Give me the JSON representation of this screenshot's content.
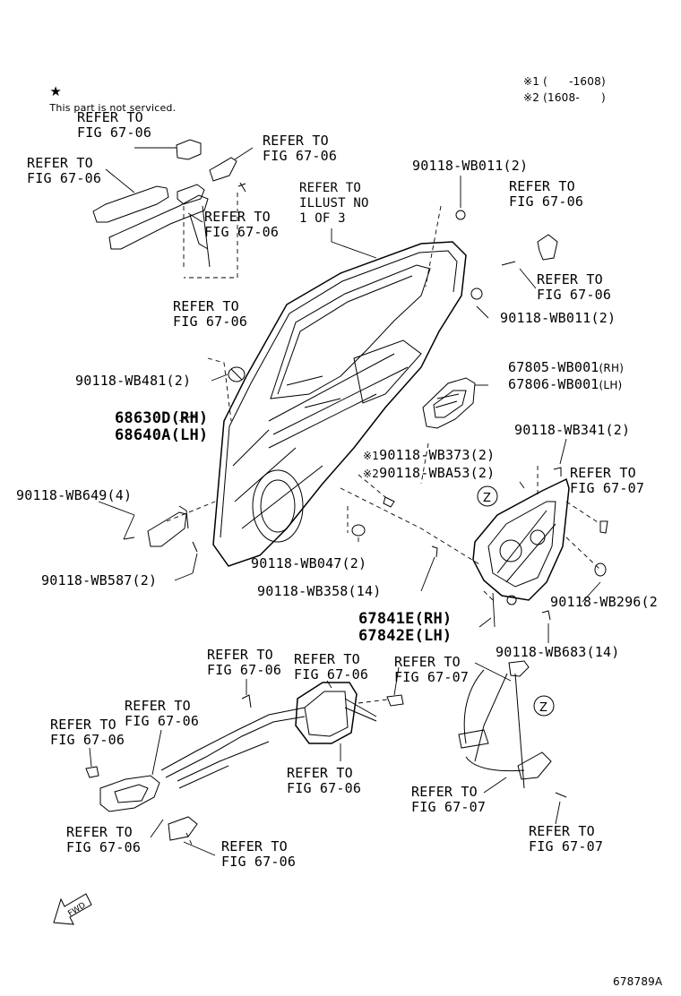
{
  "notice": {
    "star": "★",
    "text": "This part is not serviced."
  },
  "legend": {
    "l1": "※1 (      -1608)",
    "l2": "※2 (1608-      )"
  },
  "refs": {
    "fig6706": [
      "REFER TO",
      "FIG 67-06"
    ],
    "fig6707": [
      "REFER TO",
      "FIG 67-07"
    ],
    "illust": [
      "REFER TO",
      "ILLUST NO",
      "1 OF 3"
    ]
  },
  "parts": {
    "p_b011_top": "90118-WB011(2)",
    "p_b011_mid": "90118-WB011(2)",
    "p_67805": "67805-WB001",
    "p_67806": "67806-WB001",
    "p_rh": "(RH)",
    "p_lh": "(LH)",
    "p_b481": "90118-WB481(2)",
    "p_68630": "68630D(RH)",
    "p_68640": "68640A(LH)",
    "p_b341": "90118-WB341(2)",
    "p_b373_mark": "※1",
    "p_b373": "90118-WB373(2)",
    "p_ba53_mark": "※2",
    "p_ba53": "90118-WBA53(2)",
    "p_b649": "90118-WB649(4)",
    "p_b587": "90118-WB587(2)",
    "p_b047": "90118-WB047(2)",
    "p_b358": "90118-WB358(14)",
    "p_b296": "90118-WB296(2",
    "p_67841": "67841E(RH)",
    "p_67842": "67842E(LH)",
    "p_b683": "90118-WB683(14)"
  },
  "z_marker": "Z",
  "fwd_label": "FWD",
  "drawing_number": "678789A"
}
